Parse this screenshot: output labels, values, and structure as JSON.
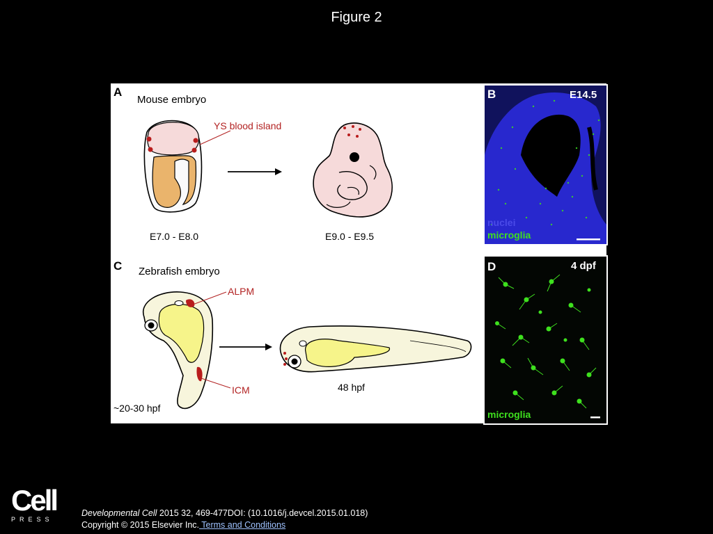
{
  "slide": {
    "title": "Figure 2"
  },
  "figure": {
    "panel_a": {
      "label": "A",
      "title": "Mouse embryo",
      "annotation": "YS blood island",
      "stage_left": "E7.0 - E8.0",
      "stage_right": "E9.0 - E9.5"
    },
    "panel_b": {
      "label": "B",
      "stage": "E14.5",
      "legend_nuclei": "nuclei",
      "legend_microglia": "microglia"
    },
    "panel_c": {
      "label": "C",
      "title": "Zebrafish embryo",
      "annotation_top": "ALPM",
      "annotation_bottom": "ICM",
      "stage_left": "~20-30 hpf",
      "stage_right": "48 hpf"
    },
    "panel_d": {
      "label": "D",
      "stage": "4 dpf",
      "legend_microglia": "microglia"
    },
    "colors": {
      "blood": "#b81c1c",
      "annotation_red": "#b22222",
      "mouse_embryo": "#f6dada",
      "mouse_tissue": "#eab46c",
      "zebrafish_yolk": "#f6f48a",
      "zebrafish_body": "#f7f5dc",
      "nuclei": "#2a2ad8",
      "microglia": "#3ee01e"
    }
  },
  "footer": {
    "logo_word": "Cell",
    "logo_sub": "PRESS",
    "journal": "Developmental Cell",
    "citation_rest": " 2015 32, 469-477DOI: (10.1016/j.devcel.2015.01.018)",
    "copyright": "Copyright © 2015 Elsevier Inc.",
    "terms": " Terms and Conditions"
  }
}
